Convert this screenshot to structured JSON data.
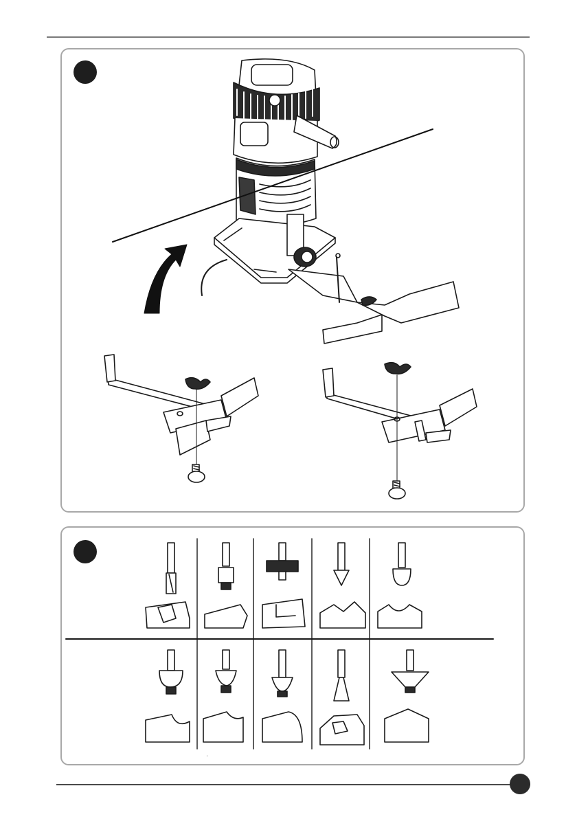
{
  "figure_1": {
    "step_marker": "",
    "parts": [
      "trimmer-router",
      "guide-fence",
      "fence-assembly-left",
      "fence-assembly-right"
    ]
  },
  "figure_2": {
    "step_marker": "",
    "bits_row_1": [
      "straight-bit",
      "flush-trim-bit",
      "slot-cutter-bit",
      "v-groove-bit",
      "core-box-bit"
    ],
    "bits_row_2": [
      "roundover-bit",
      "ogee-bit",
      "cove-bit",
      "dovetail-bit",
      "chamfer-bit"
    ]
  },
  "footer": {
    "page_number": "",
    "tiny_mark": "'"
  }
}
